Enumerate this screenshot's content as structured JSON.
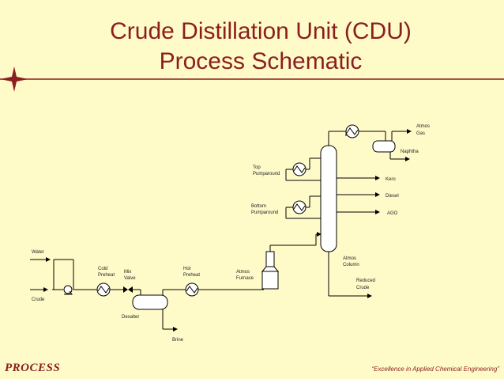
{
  "title_line1": "Crude Distillation Unit (CDU)",
  "title_line2": "Process Schematic",
  "footer": {
    "left": "PROCESS",
    "right": "“Excellence in Applied Chemical Engineering”"
  },
  "labels": {
    "water": "Water",
    "crude": "Crude",
    "cold_preheat_1": "Cold",
    "cold_preheat_2": "Preheat",
    "mix_valve_1": "Mix",
    "mix_valve_2": "Valve",
    "desalter": "Desalter",
    "brine": "Brine",
    "hot_preheat_1": "Hot",
    "hot_preheat_2": "Preheat",
    "atmos_furnace_1": "Atmos",
    "atmos_furnace_2": "Furnace",
    "atmos_column_1": "Atmos",
    "atmos_column_2": "Column",
    "reduced_crude_1": "Reduced",
    "reduced_crude_2": "Crude",
    "top_pumparound_1": "Top",
    "top_pumparound_2": "Pumparound",
    "bottom_pumparound_1": "Bottom",
    "bottom_pumparound_2": "Pumparound",
    "atmos_gas_1": "Atmos",
    "atmos_gas_2": "Gas",
    "naphtha": "Naphtha",
    "kero": "Kero",
    "diesel": "Diesel",
    "ago": "AGO"
  },
  "colors": {
    "background": "#fffbc9",
    "accent": "#8b1e1e"
  }
}
